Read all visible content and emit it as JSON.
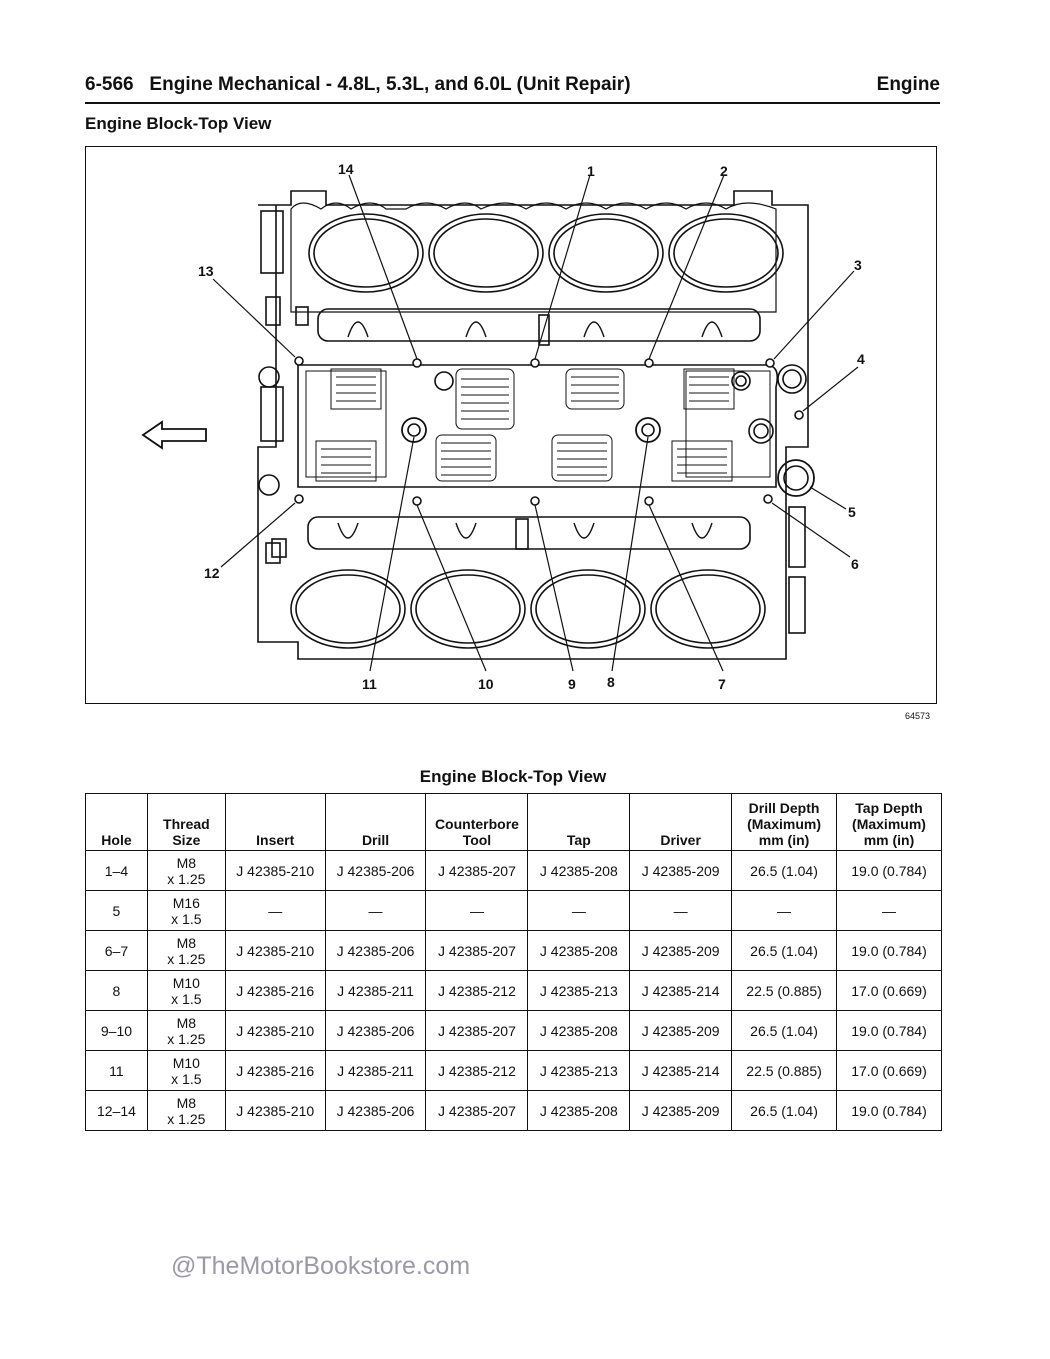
{
  "header": {
    "left": "6-566   Engine Mechanical - 4.8L, 5.3L, and 6.0L (Unit Repair)",
    "right": "Engine"
  },
  "figure": {
    "title": "Engine Block-Top View",
    "id": "64573",
    "callouts": [
      "14",
      "1",
      "2",
      "13",
      "3",
      "4",
      "5",
      "6",
      "12",
      "11",
      "10",
      "9",
      "8",
      "7"
    ]
  },
  "table": {
    "title": "Engine Block-Top View",
    "headers": [
      "Hole",
      "Thread Size",
      "Insert",
      "Drill",
      "Counterbore Tool",
      "Tap",
      "Driver",
      "Drill Depth (Maximum) mm (in)",
      "Tap Depth (Maximum) mm (in)"
    ],
    "rows": [
      [
        "1–4",
        "M8 x 1.25",
        "J 42385-210",
        "J 42385-206",
        "J 42385-207",
        "J 42385-208",
        "J 42385-209",
        "26.5 (1.04)",
        "19.0 (0.784)"
      ],
      [
        "5",
        "M16 x 1.5",
        "—",
        "—",
        "—",
        "—",
        "—",
        "—",
        "—"
      ],
      [
        "6–7",
        "M8 x 1.25",
        "J 42385-210",
        "J 42385-206",
        "J 42385-207",
        "J 42385-208",
        "J 42385-209",
        "26.5 (1.04)",
        "19.0 (0.784)"
      ],
      [
        "8",
        "M10 x 1.5",
        "J 42385-216",
        "J 42385-211",
        "J 42385-212",
        "J 42385-213",
        "J 42385-214",
        "22.5 (0.885)",
        "17.0 (0.669)"
      ],
      [
        "9–10",
        "M8 x 1.25",
        "J 42385-210",
        "J 42385-206",
        "J 42385-207",
        "J 42385-208",
        "J 42385-209",
        "26.5 (1.04)",
        "19.0 (0.784)"
      ],
      [
        "11",
        "M10 x 1.5",
        "J 42385-216",
        "J 42385-211",
        "J 42385-212",
        "J 42385-213",
        "J 42385-214",
        "22.5 (0.885)",
        "17.0 (0.669)"
      ],
      [
        "12–14",
        "M8 x 1.25",
        "J 42385-210",
        "J 42385-206",
        "J 42385-207",
        "J 42385-208",
        "J 42385-209",
        "26.5 (1.04)",
        "19.0 (0.784)"
      ]
    ]
  },
  "watermark": "@TheMotorBookstore.com"
}
